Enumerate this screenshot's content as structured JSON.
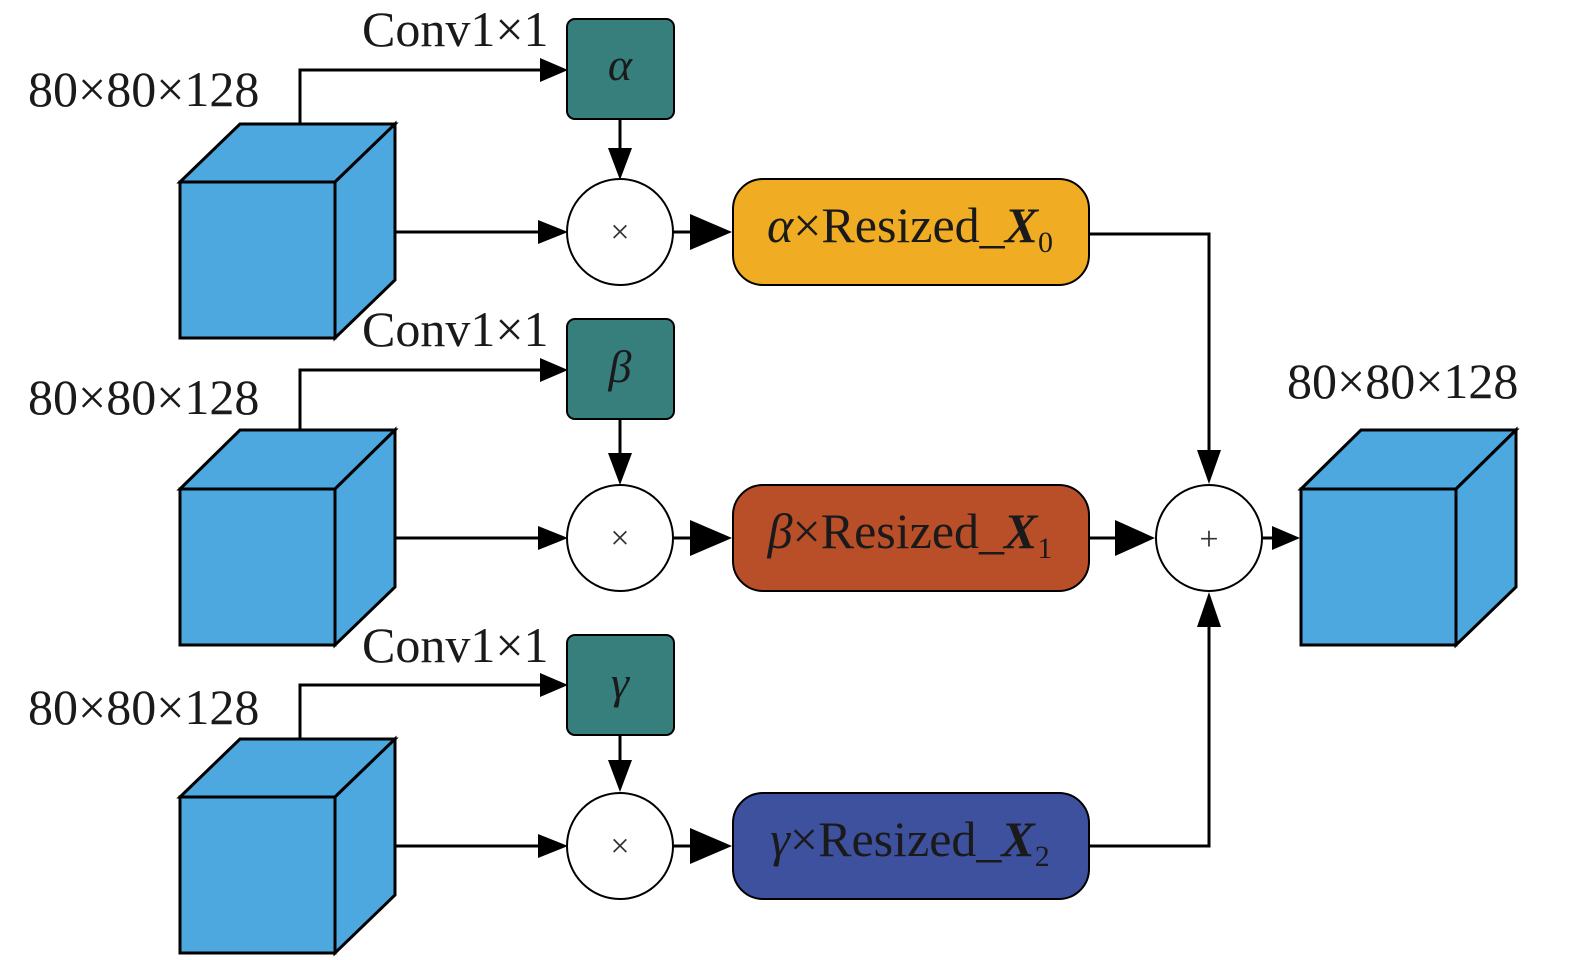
{
  "diagram": {
    "inputs": [
      {
        "dim_label": "80×80×128",
        "conv_label": "Conv1×1",
        "weight_symbol": "α",
        "multiply_symbol": "×",
        "result": {
          "coef": "α",
          "text": "×Resized_",
          "var": "X",
          "sub": "0"
        }
      },
      {
        "dim_label": "80×80×128",
        "conv_label": "Conv1×1",
        "weight_symbol": "β",
        "multiply_symbol": "×",
        "result": {
          "coef": "β",
          "text": "×Resized_",
          "var": "X",
          "sub": "1"
        }
      },
      {
        "dim_label": "80×80×128",
        "conv_label": "Conv1×1",
        "weight_symbol": "γ",
        "multiply_symbol": "×",
        "result": {
          "coef": "γ",
          "text": "×Resized_",
          "var": "X",
          "sub": "2"
        }
      }
    ],
    "sum_symbol": "+",
    "output": {
      "dim_label": "80×80×128"
    }
  },
  "colors": {
    "cube": "#4da8e0",
    "weight_box": "#367f7c",
    "result_0": "#f0ac22",
    "result_1": "#b84f28",
    "result_2": "#3e519e"
  }
}
